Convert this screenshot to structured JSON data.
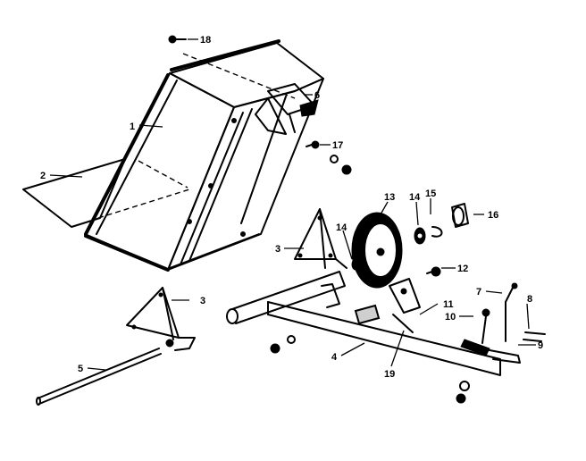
{
  "callouts": [
    {
      "id": "c1",
      "label": "1"
    },
    {
      "id": "c2",
      "label": "2"
    },
    {
      "id": "c3a",
      "label": "3"
    },
    {
      "id": "c3b",
      "label": "3"
    },
    {
      "id": "c4",
      "label": "4"
    },
    {
      "id": "c5",
      "label": "5"
    },
    {
      "id": "c6",
      "label": "6"
    },
    {
      "id": "c7",
      "label": "7"
    },
    {
      "id": "c8",
      "label": "8"
    },
    {
      "id": "c9",
      "label": "9"
    },
    {
      "id": "c10",
      "label": "10"
    },
    {
      "id": "c11",
      "label": "11"
    },
    {
      "id": "c12",
      "label": "12"
    },
    {
      "id": "c13",
      "label": "13"
    },
    {
      "id": "c14a",
      "label": "14"
    },
    {
      "id": "c14b",
      "label": "14"
    },
    {
      "id": "c15",
      "label": "15"
    },
    {
      "id": "c16",
      "label": "16"
    },
    {
      "id": "c17",
      "label": "17"
    },
    {
      "id": "c18",
      "label": "18"
    },
    {
      "id": "c19",
      "label": "19"
    }
  ]
}
